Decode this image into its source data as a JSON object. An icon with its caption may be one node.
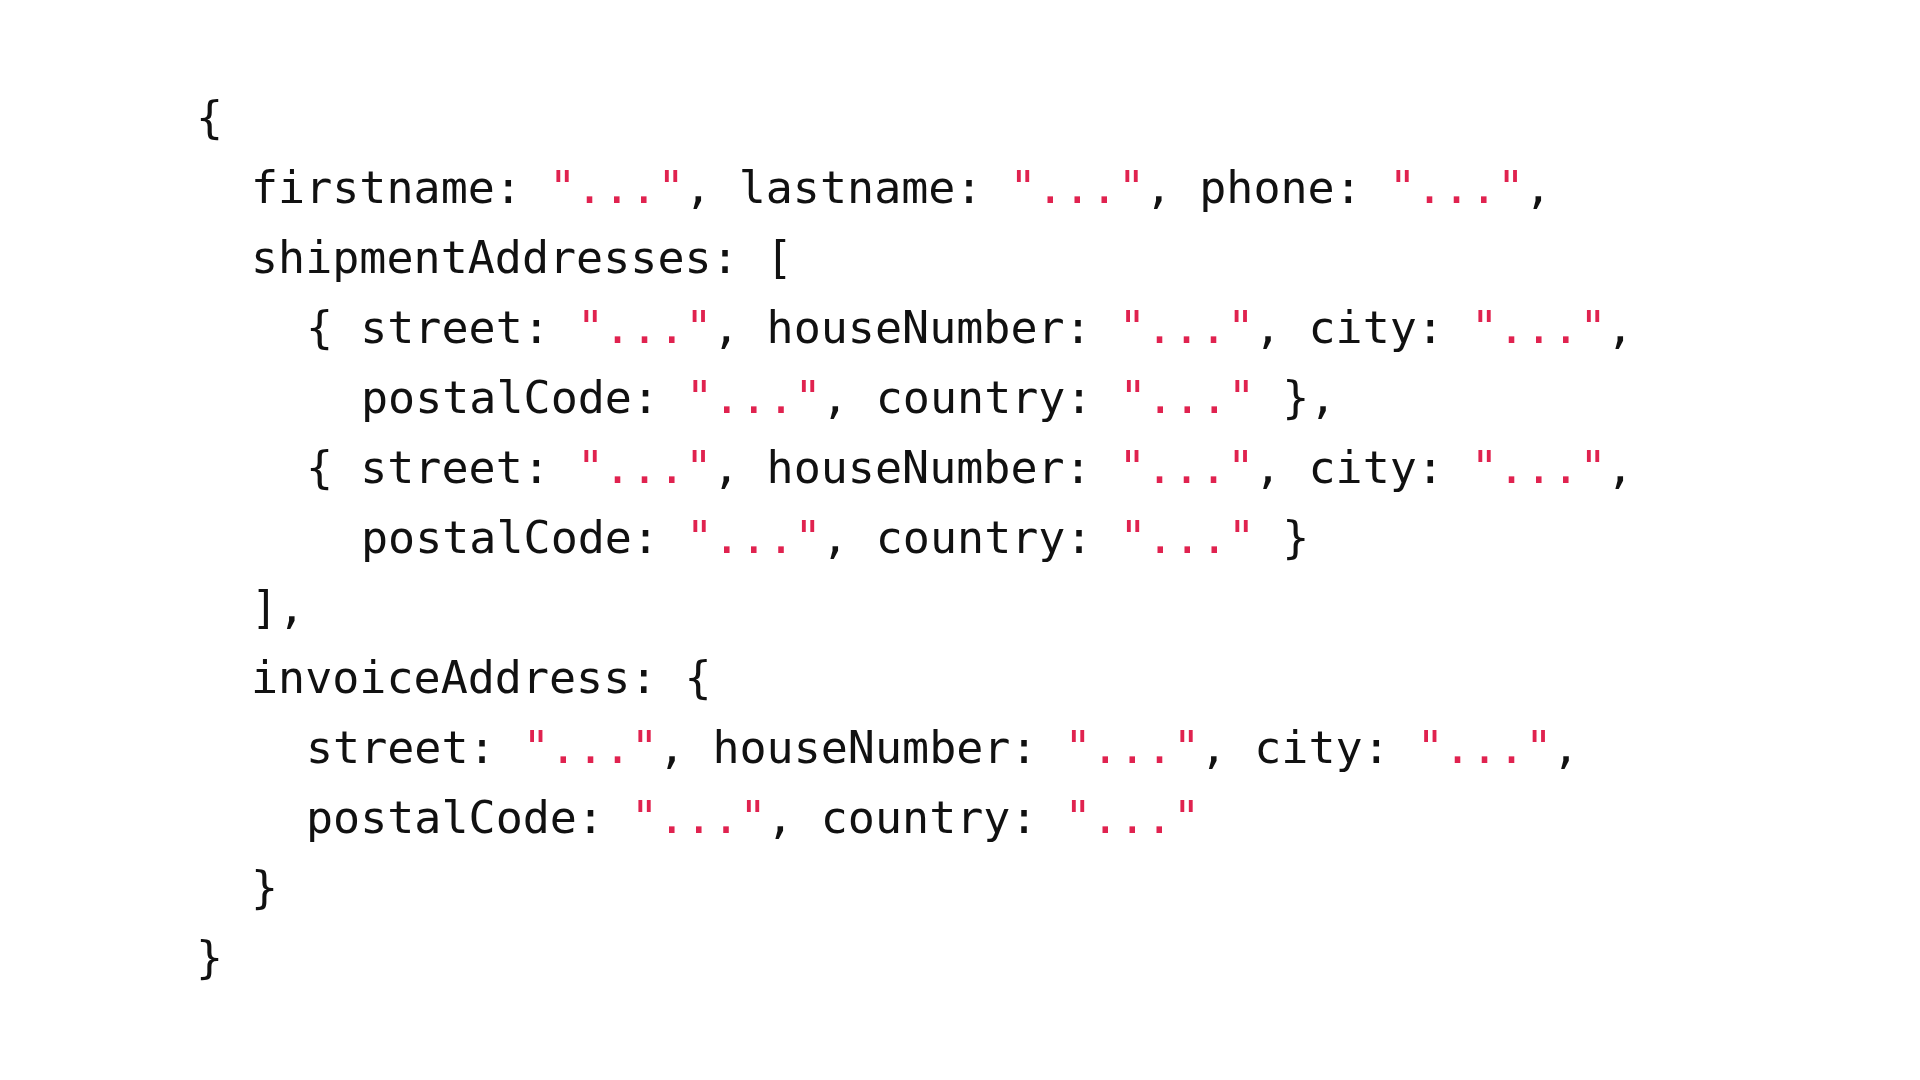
{
  "diagram": {
    "labels": [
      "{",
      "firstname: \"...\", lastname: \"...\", phone: \"...\",",
      "shipmentAddresses: [",
      "{ street: \"...\", houseNumber: \"...\", city: \"...\",",
      "postalCode: \"...\", country: \"...\" },",
      "{ street: \"...\", houseNumber: \"...\", city: \"...\",",
      "postalCode: \"...\", country: \"...\" }",
      "],",
      "invoiceAddress: {",
      "street: \"...\", houseNumber: \"...\", city: \"...\",",
      "postalCode: \"...\", country: \"...\"",
      "}",
      "}"
    ]
  }
}
